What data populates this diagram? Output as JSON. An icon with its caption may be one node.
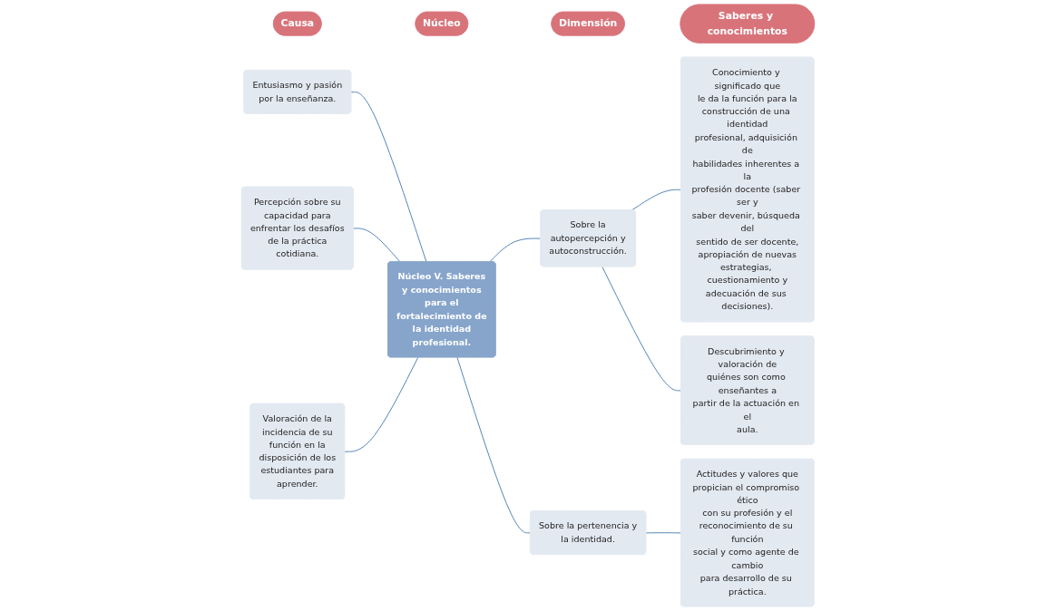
{
  "diagram": {
    "nodes": [
      {
        "text": [
          "Causa"
        ]
      },
      {
        "text": [
          "Núcleo"
        ]
      },
      {
        "text": [
          "Dimensión"
        ]
      },
      {
        "text": [
          "Saberes y conocimientos"
        ]
      },
      {
        "text": [
          "Entusiasmo y pasión por la enseñanza."
        ]
      },
      {
        "text": [
          "Percepción sobre su capacidad para enfrentar los desafíos de la práctica cotidiana."
        ]
      },
      {
        "text": [
          "Valoración de la incidencia de su función en la disposición de los estudiantes para aprender."
        ]
      },
      {
        "text": [
          "Núcleo V. Saberes y conocimientos para el fortalecimiento de la identidad profesional."
        ]
      },
      {
        "text": [
          "Sobre la autopercepción y autoconstrucción."
        ]
      },
      {
        "text": [
          "Sobre la pertenencia y la identidad."
        ]
      },
      {
        "text": [
          "Conocimiento y significado que le da la función para la construcción de una identidad profesional, adquisición de habilidades inherentes a la profesión docente (saber ser y saber devenir, búsqueda del sentido de ser docente, apropiación de nuevas estrategias, cuestionamiento y adecuación de sus decisiones)."
        ]
      },
      {
        "text": [
          "Descubrimiento y valoración de quiénes son como enseñantes a partir de la actuación en el aula."
        ]
      },
      {
        "text": [
          "Actitudes y valores que propician el compromiso ético con su profesión y el reconocimiento de su función social y como agente de cambio para desarrollo de su práctica."
        ]
      }
    ],
    "edges": [
      {
        "from": 4,
        "to": 7,
        "arrow": "none"
      },
      {
        "from": 5,
        "to": 7,
        "arrow": "none"
      },
      {
        "from": 6,
        "to": 7,
        "arrow": "none"
      },
      {
        "from": 7,
        "to": 8,
        "arrow": "none"
      },
      {
        "from": 7,
        "to": 9,
        "arrow": "none"
      },
      {
        "from": 8,
        "to": 10,
        "arrow": "none"
      },
      {
        "from": 8,
        "to": 11,
        "arrow": "none"
      },
      {
        "from": 9,
        "to": 12,
        "arrow": "none"
      }
    ]
  }
}
